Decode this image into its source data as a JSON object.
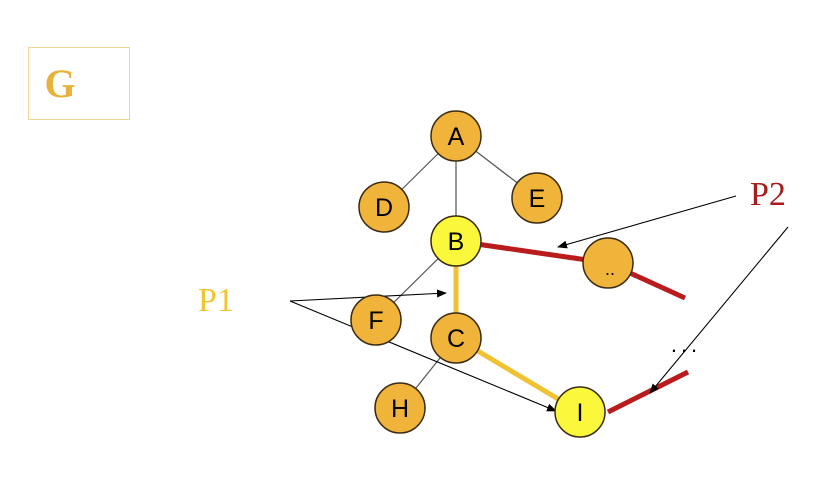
{
  "graph_label": "G",
  "path_labels": {
    "p1": "P1",
    "p2": "P2"
  },
  "nodes": {
    "A": "A",
    "B": "B",
    "C": "C",
    "D": "D",
    "E": "E",
    "F": "F",
    "H": "H",
    "I": "I",
    "unlabeled": "..",
    "ellipsis": "..."
  },
  "colors": {
    "node_fill": "#f0b43a",
    "highlight_fill": "#fbf73a",
    "p1_path": "#f0c232",
    "p2_path": "#b81c1c",
    "label_g": "#e8b23a",
    "label_p1": "#f1c532",
    "label_p2": "#a81c1c"
  }
}
